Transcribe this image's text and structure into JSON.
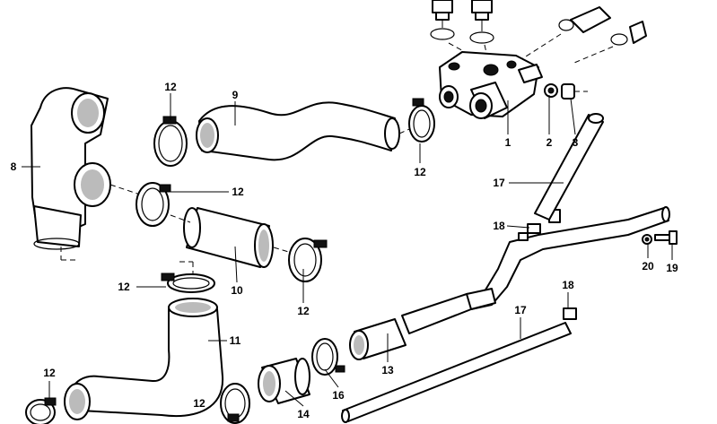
{
  "diagram": {
    "callouts": [
      {
        "id": "c1",
        "text": "1"
      },
      {
        "id": "c2",
        "text": "2"
      },
      {
        "id": "c3",
        "text": "3"
      },
      {
        "id": "c8",
        "text": "8"
      },
      {
        "id": "c9",
        "text": "9"
      },
      {
        "id": "c10",
        "text": "10"
      },
      {
        "id": "c11",
        "text": "11"
      },
      {
        "id": "c12a",
        "text": "12"
      },
      {
        "id": "c12b",
        "text": "12"
      },
      {
        "id": "c12c",
        "text": "12"
      },
      {
        "id": "c12d",
        "text": "12"
      },
      {
        "id": "c12e",
        "text": "12"
      },
      {
        "id": "c12f",
        "text": "12"
      },
      {
        "id": "c12g",
        "text": "12"
      },
      {
        "id": "c13",
        "text": "13"
      },
      {
        "id": "c14",
        "text": "14"
      },
      {
        "id": "c16",
        "text": "16"
      },
      {
        "id": "c17a",
        "text": "17"
      },
      {
        "id": "c17b",
        "text": "17"
      },
      {
        "id": "c18a",
        "text": "18"
      },
      {
        "id": "c18b",
        "text": "18"
      },
      {
        "id": "c19",
        "text": "19"
      },
      {
        "id": "c20",
        "text": "20"
      }
    ]
  }
}
